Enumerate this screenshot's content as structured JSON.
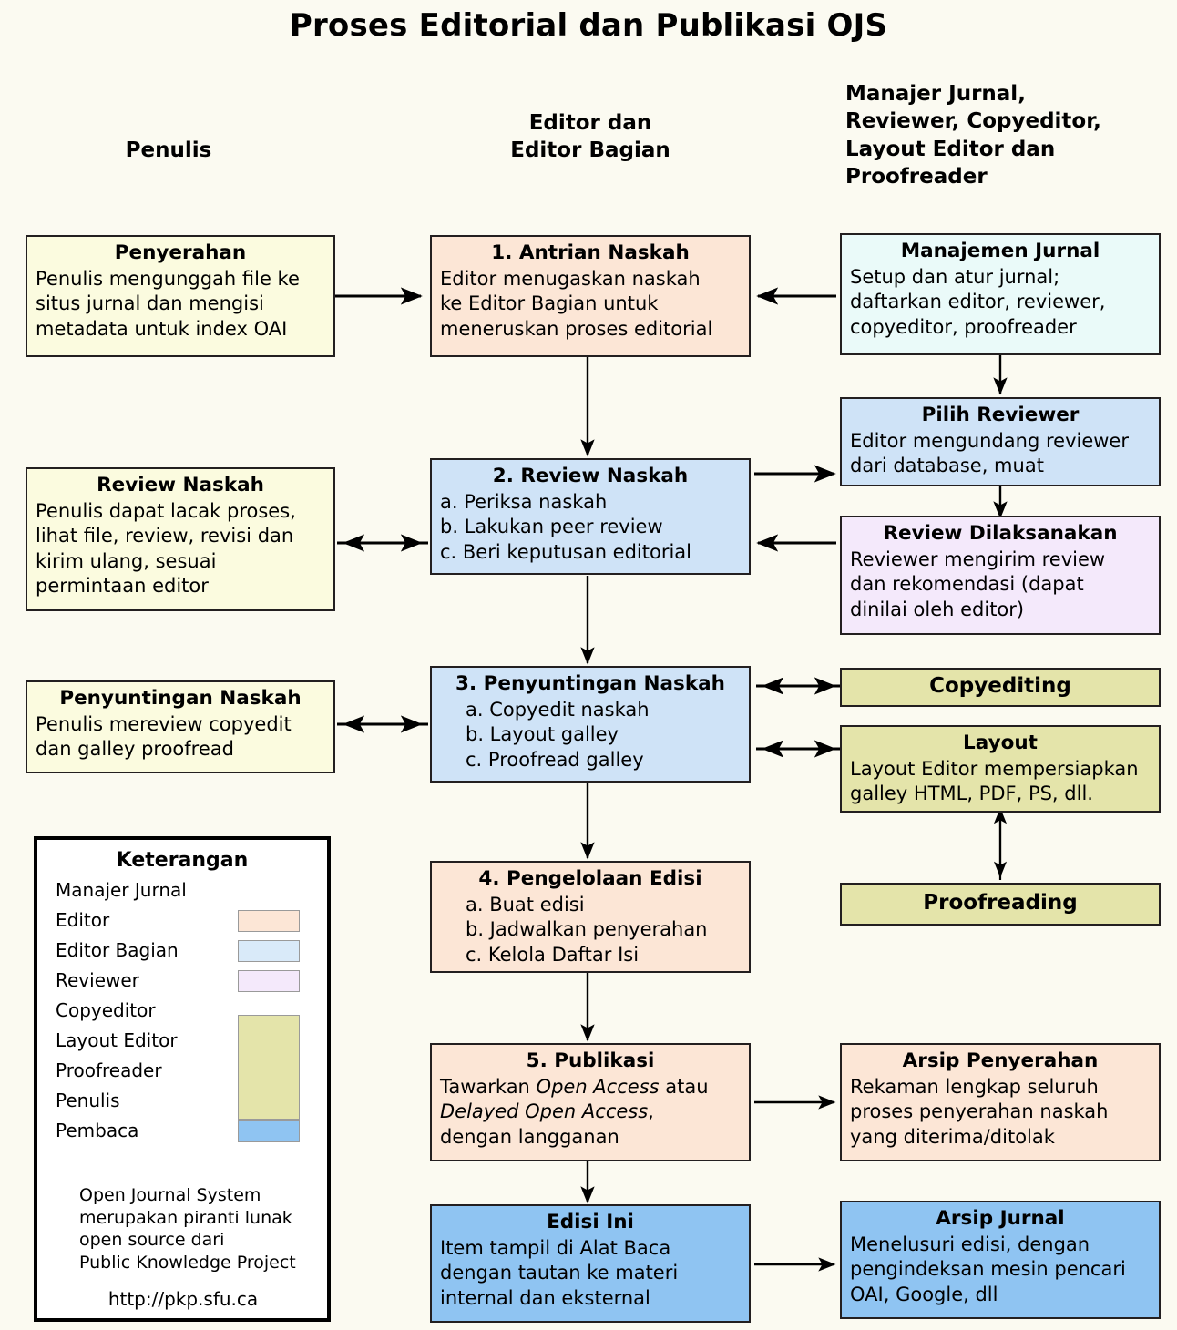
{
  "title": "Proses Editorial dan Publikasi OJS",
  "columns": {
    "author": "Penulis",
    "editor_line1": "Editor dan",
    "editor_line2": "Editor Bagian",
    "manager_line1": "Manajer Jurnal,",
    "manager_line2": "Reviewer, Copyeditor,",
    "manager_line3": "Layout Editor dan",
    "manager_line4": "Proofreader"
  },
  "colors": {
    "background": "#fbfaf1",
    "author": "#fbfbdf",
    "editor": "#fce6d6",
    "section_editor": "#cfe3f7",
    "journal_manager": "#eafaf9",
    "reviewer": "#f4e9fb",
    "copyeditor": "#e4e4aa",
    "reader": "#8fc4f2",
    "border": "#231f20"
  },
  "boxes": {
    "penyerahan": {
      "title": "Penyerahan",
      "lines": [
        "Penulis mengunggah file ke",
        "situs jurnal dan mengisi",
        "metadata untuk index OAI"
      ],
      "role": "Penulis"
    },
    "antrian": {
      "title": "1. Antrian Naskah",
      "lines": [
        "Editor menugaskan naskah",
        "ke Editor Bagian untuk",
        "meneruskan proses editorial"
      ],
      "role": "Editor"
    },
    "manajemen": {
      "title": "Manajemen Jurnal",
      "lines": [
        "Setup dan atur jurnal;",
        "daftarkan editor, reviewer,",
        "copyeditor, proofreader"
      ],
      "role": "Manajer Jurnal"
    },
    "review_naskah_penulis": {
      "title": "Review Naskah",
      "lines": [
        "Penulis dapat lacak proses,",
        "lihat file, review, revisi dan",
        "kirim ulang, sesuai",
        "permintaan editor"
      ],
      "role": "Penulis"
    },
    "review_naskah": {
      "title": "2. Review Naskah",
      "lines": [
        "a. Periksa naskah",
        "b. Lakukan peer review",
        "c. Beri keputusan editorial"
      ],
      "role": "Editor Bagian"
    },
    "pilih_reviewer": {
      "title": "Pilih Reviewer",
      "lines": [
        "Editor mengundang reviewer",
        "dari database, muat"
      ],
      "role": "Editor Bagian"
    },
    "review_dilaksanakan": {
      "title": "Review Dilaksanakan",
      "lines": [
        "Reviewer mengirim review",
        "dan rekomendasi (dapat",
        "dinilai oleh editor)"
      ],
      "role": "Reviewer"
    },
    "penyuntingan_penulis": {
      "title": "Penyuntingan Naskah",
      "lines": [
        "Penulis mereview copyedit",
        "dan galley proofread"
      ],
      "role": "Penulis"
    },
    "penyuntingan": {
      "title": "3. Penyuntingan Naskah",
      "lines": [
        "a. Copyedit naskah",
        "b. Layout galley",
        "c. Proofread galley"
      ],
      "role": "Editor Bagian"
    },
    "copyediting": {
      "title": "Copyediting",
      "lines": [],
      "role": "Copyeditor"
    },
    "layout": {
      "title": "Layout",
      "lines": [
        "Layout Editor mempersiapkan",
        "galley HTML, PDF, PS, dll."
      ],
      "role": "Layout Editor"
    },
    "proofreading": {
      "title": "Proofreading",
      "lines": [],
      "role": "Proofreader"
    },
    "pengelolaan": {
      "title": "4. Pengelolaan Edisi",
      "lines": [
        "a. Buat edisi",
        "b. Jadwalkan penyerahan",
        "c. Kelola Daftar Isi"
      ],
      "role": "Editor"
    },
    "publikasi": {
      "title": "5. Publikasi",
      "line1_a": "Tawarkan ",
      "line1_i": "Open Access",
      "line1_b": " atau",
      "line2_i": "Delayed Open Access",
      "line2_b": ",",
      "line3": "dengan langganan",
      "role": "Editor"
    },
    "arsip_penyerahan": {
      "title": "Arsip Penyerahan",
      "lines": [
        "Rekaman lengkap seluruh",
        "proses penyerahan naskah",
        "yang diterima/ditolak"
      ],
      "role": "Editor"
    },
    "edisi_ini": {
      "title": "Edisi Ini",
      "lines": [
        "Item tampil di Alat Baca",
        "dengan tautan ke materi",
        "internal dan eksternal"
      ],
      "role": "Pembaca"
    },
    "arsip_jurnal": {
      "title": "Arsip Jurnal",
      "lines": [
        "Menelusuri edisi, dengan",
        "pengindeksan mesin pencari",
        "OAI, Google, dll"
      ],
      "role": "Pembaca"
    }
  },
  "legend": {
    "title": "Keterangan",
    "items": [
      {
        "label": "Manajer Jurnal",
        "swatch": null
      },
      {
        "label": "Editor",
        "swatch": "#fce6d6"
      },
      {
        "label": "Editor Bagian",
        "swatch": "#d9eaf9"
      },
      {
        "label": "Reviewer",
        "swatch": "#f4e9fb"
      },
      {
        "label": "Copyeditor",
        "swatch": "#e4e4aa"
      },
      {
        "label": "Layout Editor",
        "swatch": "#e4e4aa"
      },
      {
        "label": "Proofreader",
        "swatch": "#e4e4aa"
      },
      {
        "label": "Penulis",
        "swatch": "#fbfbdf"
      },
      {
        "label": "Pembaca",
        "swatch": "#8fc4f2"
      }
    ],
    "note": [
      "Open Journal System",
      "merupakan piranti lunak",
      "open source dari",
      "Public Knowledge Project"
    ],
    "url": "http://pkp.sfu.ca"
  }
}
